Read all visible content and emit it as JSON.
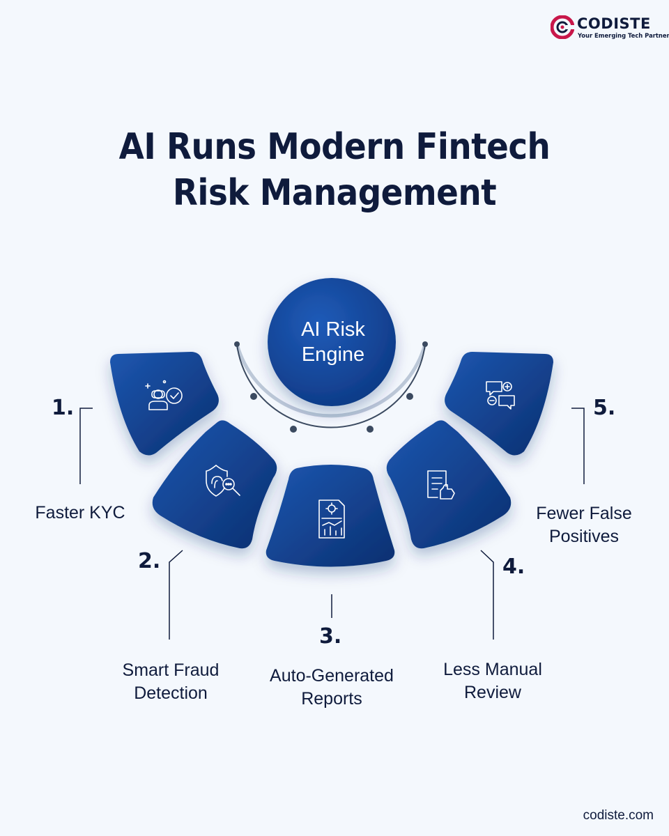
{
  "brand": {
    "name": "CODISTE",
    "tagline": "Your Emerging Tech Partner",
    "colors": {
      "navy": "#0f1b3c",
      "accent_red": "#c8174a",
      "tile_blue": "#14489a",
      "background": "#f4f8fd"
    }
  },
  "title": {
    "line1": "AI Runs Modern Fintech",
    "line2": "Risk Management"
  },
  "hub": {
    "line1": "AI Risk",
    "line2": "Engine"
  },
  "steps": [
    {
      "number": "1.",
      "line1": "Faster KYC",
      "line2": "",
      "icon": "face-verify-icon"
    },
    {
      "number": "2.",
      "line1": "Smart Fraud",
      "line2": "Detection",
      "icon": "shield-fingerprint-search-icon"
    },
    {
      "number": "3.",
      "line1": "Auto-Generated",
      "line2": "Reports",
      "icon": "report-document-icon"
    },
    {
      "number": "4.",
      "line1": "Less Manual",
      "line2": "Review",
      "icon": "document-thumbs-up-icon"
    },
    {
      "number": "5.",
      "line1": "Fewer False",
      "line2": "Positives",
      "icon": "chat-plus-minus-icon"
    }
  ],
  "footer": {
    "website": "codiste.com"
  }
}
